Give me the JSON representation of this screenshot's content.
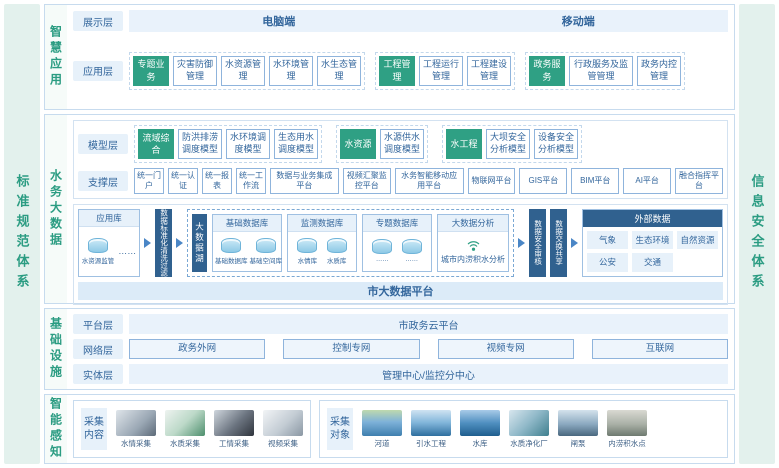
{
  "palette": {
    "teal": "#2fa084",
    "blue": "#33669c",
    "dark_blue": "#30618f"
  },
  "frame": {
    "left_rail": "标准规范体系",
    "right_rail": "信息安全体系"
  },
  "smart_app": {
    "section": "智慧应用",
    "display": {
      "chip": "展示层",
      "pc": "电脑端",
      "mobile": "移动端"
    },
    "app": {
      "chip": "应用层",
      "groups": [
        {
          "tag": "专题业务",
          "items": [
            "灾害防御管理",
            "水资源管理",
            "水环境管理",
            "水生态管理"
          ]
        },
        {
          "tag": "工程管理",
          "items": [
            "工程运行管理",
            "工程建设管理"
          ]
        },
        {
          "tag": "政务服务",
          "items": [
            "行政服务及监管管理",
            "政务内控管理"
          ]
        }
      ]
    }
  },
  "big_data": {
    "section": "水务大数据",
    "model": {
      "chip": "模型层",
      "groups": [
        {
          "tag": "流域综合",
          "items": [
            "防洪排涝调度模型",
            "水环境调度模型",
            "生态用水调度模型"
          ]
        },
        {
          "tag": "水资源",
          "items": [
            "水源供水调度模型"
          ]
        },
        {
          "tag": "水工程",
          "items": [
            "大坝安全分析模型",
            "设备安全分析模型"
          ]
        }
      ]
    },
    "support": {
      "chip": "支撑层",
      "items": [
        "统一门户",
        "统一认证",
        "统一报表",
        "统一工作流",
        "数据与业务集成平台",
        "视频汇聚监控平台",
        "水务智能移动应用平台",
        "物联网平台",
        "GIS平台",
        "BIM平台",
        "AI平台",
        "融合指挥平台"
      ]
    },
    "flow": {
      "app_db": {
        "title": "应用库",
        "cyl_label": "水资源监管",
        "more": "……"
      },
      "cleanse": "数据标准化清洗过滤",
      "lake": {
        "label": "大数据湖",
        "boxes": [
          {
            "title": "基础数据库",
            "cyls": [
              "基础数据库",
              "基础空间库"
            ]
          },
          {
            "title": "监测数据库",
            "cyls": [
              "水情库",
              "水质库"
            ]
          },
          {
            "title": "专题数据库",
            "cyls": [
              "……",
              "……"
            ]
          }
        ],
        "analysis": {
          "title": "大数据分析",
          "item": "城市内涝积水分析",
          "icon": "signal-icon"
        }
      },
      "audit": "数据安全审核",
      "exchange": "数据交换共享",
      "external": {
        "title": "外部数据",
        "items": [
          "气象",
          "生态环境",
          "自然资源",
          "公安",
          "交通"
        ]
      }
    },
    "platform_bar": "市大数据平台"
  },
  "infra": {
    "section": "基础设施",
    "platform": {
      "chip": "平台层",
      "bar": "市政务云平台"
    },
    "network": {
      "chip": "网络层",
      "items": [
        "政务外网",
        "控制专网",
        "视频专网",
        "互联网"
      ]
    },
    "entity": {
      "chip": "实体层",
      "bar": "管理中心/监控分中心"
    }
  },
  "sense": {
    "section": "智能感知",
    "content": {
      "chip": "采集内容",
      "items": [
        "水情采集",
        "水质采集",
        "工情采集",
        "视频采集"
      ]
    },
    "objects": {
      "chip": "采集对象",
      "items": [
        "河道",
        "引水工程",
        "水库",
        "水质净化厂",
        "闸泵",
        "内涝积水点"
      ]
    }
  }
}
